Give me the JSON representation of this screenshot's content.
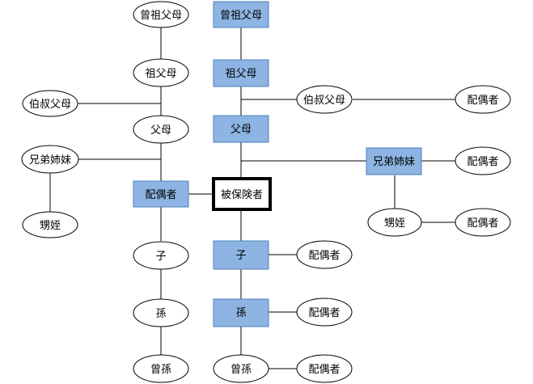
{
  "nodes": {
    "insured": "被保険者",
    "self_side": {
      "great_grandparents": "曾祖父母",
      "grandparents": "祖父母",
      "parents": "父母",
      "siblings": "兄弟姉妹",
      "child": "子",
      "grandchild": "孫",
      "great_grandchild": "曾孫",
      "uncle_aunt": "伯叔父母",
      "nephew_niece": "甥姪"
    },
    "spouse": "配偶者",
    "spouse_side": {
      "great_grandparents": "曾祖父母",
      "grandparents": "祖父母",
      "parents": "父母",
      "siblings": "兄弟姉妹",
      "child": "子",
      "grandchild": "孫",
      "great_grandchild": "曾孫",
      "uncle_aunt": "伯叔父母",
      "nephew_niece": "甥姪"
    },
    "spouses": {
      "uncle_aunt": "配偶者",
      "siblings": "配偶者",
      "nephew_niece": "配偶者",
      "child": "配偶者",
      "grandchild": "配偶者",
      "great_grandchild": "配偶者"
    }
  }
}
